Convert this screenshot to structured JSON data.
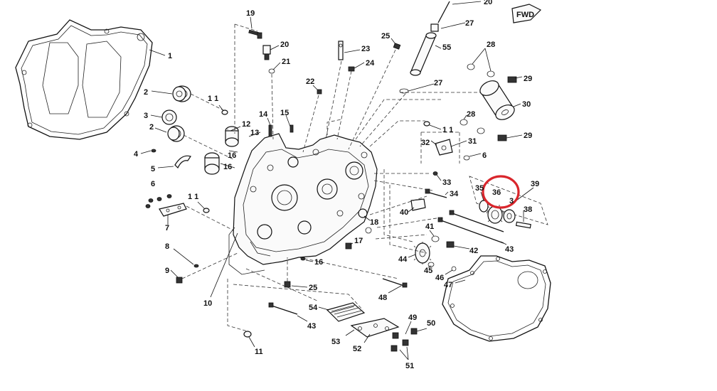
{
  "fwd_label": "FWD",
  "highlight_color": "#d9262c",
  "callouts": [
    {
      "id": "c20a",
      "text": "20"
    },
    {
      "id": "c1",
      "text": "1"
    },
    {
      "id": "c2a",
      "text": "2"
    },
    {
      "id": "c3",
      "text": "3"
    },
    {
      "id": "c2b",
      "text": "2"
    },
    {
      "id": "c4",
      "text": "4"
    },
    {
      "id": "c5",
      "text": "5"
    },
    {
      "id": "c6a",
      "text": "6"
    },
    {
      "id": "c7",
      "text": "7"
    },
    {
      "id": "c8",
      "text": "8"
    },
    {
      "id": "c9",
      "text": "9"
    },
    {
      "id": "c10",
      "text": "10"
    },
    {
      "id": "c11a",
      "text": "1 1"
    },
    {
      "id": "c11b",
      "text": "1 1"
    },
    {
      "id": "c11c",
      "text": "11"
    },
    {
      "id": "c11d",
      "text": "1 1"
    },
    {
      "id": "c12",
      "text": "12"
    },
    {
      "id": "c13",
      "text": "13"
    },
    {
      "id": "c14",
      "text": "14"
    },
    {
      "id": "c15",
      "text": "15"
    },
    {
      "id": "c16a",
      "text": "16"
    },
    {
      "id": "c16b",
      "text": "16"
    },
    {
      "id": "c16c",
      "text": "16"
    },
    {
      "id": "c17",
      "text": "17"
    },
    {
      "id": "c18",
      "text": "18"
    },
    {
      "id": "c19",
      "text": "19"
    },
    {
      "id": "c20b",
      "text": "20"
    },
    {
      "id": "c21",
      "text": "21"
    },
    {
      "id": "c22",
      "text": "22"
    },
    {
      "id": "c23",
      "text": "23"
    },
    {
      "id": "c24",
      "text": "24"
    },
    {
      "id": "c25a",
      "text": "25"
    },
    {
      "id": "c25b",
      "text": "25"
    },
    {
      "id": "c27a",
      "text": "27"
    },
    {
      "id": "c27b",
      "text": "27"
    },
    {
      "id": "c28a",
      "text": "28"
    },
    {
      "id": "c28b",
      "text": "28"
    },
    {
      "id": "c29a",
      "text": "29"
    },
    {
      "id": "c29b",
      "text": "29"
    },
    {
      "id": "c30",
      "text": "30"
    },
    {
      "id": "c31",
      "text": "31"
    },
    {
      "id": "c32",
      "text": "32"
    },
    {
      "id": "c6b",
      "text": "6"
    },
    {
      "id": "c33",
      "text": "33"
    },
    {
      "id": "c34",
      "text": "34"
    },
    {
      "id": "c35",
      "text": "35"
    },
    {
      "id": "c36",
      "text": "36"
    },
    {
      "id": "c37",
      "text": "3"
    },
    {
      "id": "c38",
      "text": "38"
    },
    {
      "id": "c39",
      "text": "39"
    },
    {
      "id": "c40",
      "text": "40"
    },
    {
      "id": "c41",
      "text": "41"
    },
    {
      "id": "c42",
      "text": "42"
    },
    {
      "id": "c43a",
      "text": "43"
    },
    {
      "id": "c43b",
      "text": "43"
    },
    {
      "id": "c44",
      "text": "44"
    },
    {
      "id": "c45",
      "text": "45"
    },
    {
      "id": "c46",
      "text": "46"
    },
    {
      "id": "c47",
      "text": "47"
    },
    {
      "id": "c48",
      "text": "48"
    },
    {
      "id": "c49",
      "text": "49"
    },
    {
      "id": "c50",
      "text": "50"
    },
    {
      "id": "c51",
      "text": "51"
    },
    {
      "id": "c52",
      "text": "52"
    },
    {
      "id": "c53",
      "text": "53"
    },
    {
      "id": "c54",
      "text": "54"
    },
    {
      "id": "c55",
      "text": "55"
    }
  ]
}
